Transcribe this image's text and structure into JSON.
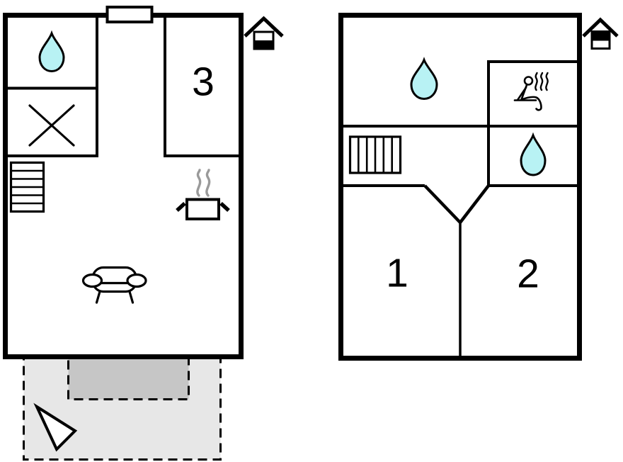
{
  "palette": {
    "paper": "#ffffff",
    "line_black": "#000000",
    "label_color": "#000000",
    "water_drop_fill": "#b8f2f4",
    "steam_gray": "#9a9a9a",
    "terrace_fill": "#e7e7e7",
    "terrace_step_fill": "#c6c6c6"
  },
  "ground_floor": {
    "room_labels": {
      "room3": "3"
    },
    "icons": [
      "water-drop-icon",
      "x-fixture-icon",
      "stairs-icon",
      "stove-pot-steam-icon",
      "sofa-icon",
      "house-level-ground-icon",
      "north-arrow-icon"
    ],
    "outdoor": {
      "terrace": "dashed-terrace",
      "terrace_step": "dashed-step"
    }
  },
  "upper_floor": {
    "room_labels": {
      "room1": "1",
      "room2": "2"
    },
    "icons": [
      "water-drop-icon",
      "sauna-person-icon",
      "stairs-icon",
      "water-drop-icon",
      "house-level-upper-icon"
    ]
  }
}
